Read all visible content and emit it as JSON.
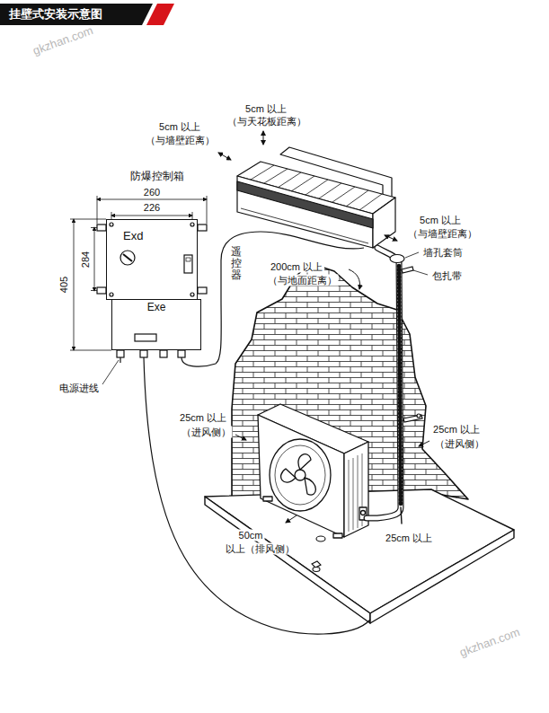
{
  "diagram": {
    "title": "挂壁式安装示意图",
    "nodes": [
      {
        "text": [
          "防爆控制箱"
        ]
      },
      {
        "text": [
          "Exd"
        ],
        "in": 0
      },
      {
        "text": [
          "Exe"
        ],
        "in": 0
      }
    ],
    "labels": [
      "5cm 以上",
      "（与天花板距离）",
      "5cm 以上",
      "（与墙壁距离）",
      "260",
      "226",
      "284",
      "405",
      "遥控器",
      "5cm 以上",
      "（与墙壁距离）",
      "墙孔套筒",
      "包扎带",
      "200cm 以上",
      "（与地面距离）",
      "电源进线",
      "25cm 以上",
      "（进风侧）",
      "25cm 以上",
      "（进风侧）",
      "50cm",
      "以上（排风侧）",
      "25cm 以上",
      "gkzhan.com",
      "gkzhan.com"
    ]
  }
}
